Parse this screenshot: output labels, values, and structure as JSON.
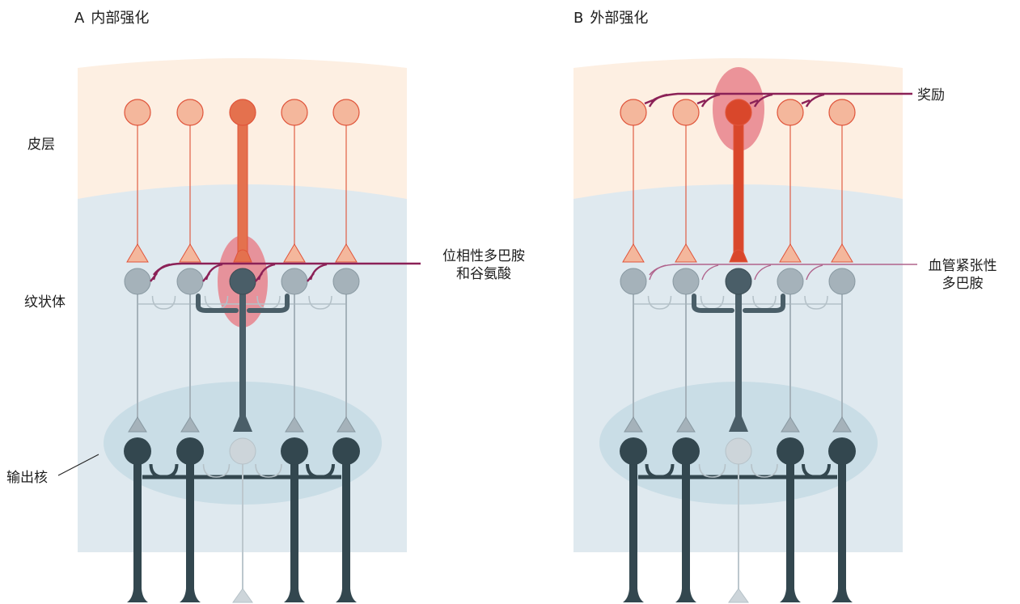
{
  "panels": [
    {
      "letter": "A",
      "title": "内部强化"
    },
    {
      "letter": "B",
      "title": "外部强化"
    }
  ],
  "region_labels": {
    "cortex": "皮层",
    "striatum": "纹状体",
    "output_nucleus": "输出核"
  },
  "callouts": {
    "phasic_da_glu_line1": "位相性多巴胺",
    "phasic_da_glu_line2": "和谷氨酸",
    "reward": "奖励",
    "tonic_da_line1": "血管紧张性",
    "tonic_da_line2": "多巴胺"
  },
  "colors": {
    "cortex_bg": "#fdefe2",
    "striatum_bg": "#dfe9ef",
    "output_ellipse": "#c6dbe4",
    "cortical_neuron": "#f4b79c",
    "cortical_neuron_stroke": "#e0543a",
    "active_cortical_A": "#e4714e",
    "active_cortical_B": "#d9472b",
    "highlight": "#e8838c",
    "striatal_neuron": "#a5b2ba",
    "active_striatal": "#4a5e68",
    "output_neuron": "#33474f",
    "inhibited_neuron": "#cdd5da",
    "dopamine_fiber": "#8b2157",
    "tonic_fiber": "#b0638c"
  }
}
